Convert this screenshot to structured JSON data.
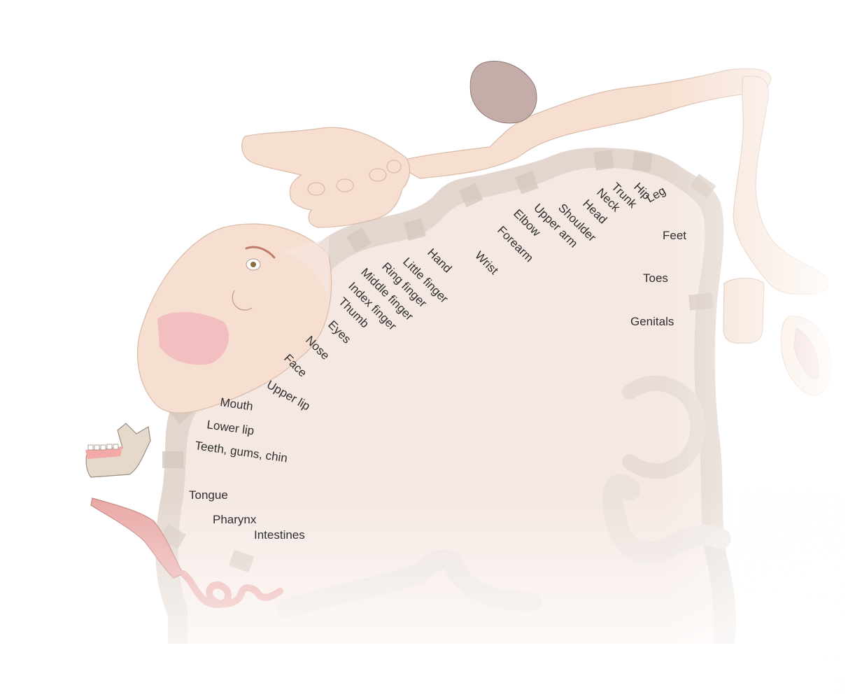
{
  "colors": {
    "cortex_fill": "#f5e8e3",
    "cortex_band": "#e8ddd6",
    "cortex_band_dark": "#dccfc6",
    "skin": "#f6dfd0",
    "skin_outline": "#d9bba8",
    "hair": "#c4ada8",
    "lips": "#f2b8bc",
    "intestine": "#e8a5a2",
    "jaw_bone": "#e6d9cc",
    "text": "#2f2f2f"
  },
  "icons": [
    "hand-icon",
    "arm-icon",
    "head-icon",
    "face-icon",
    "leg-icon",
    "foot-icon",
    "toes-icon",
    "genitals-icon",
    "jaw-icon",
    "tongue-icon",
    "intestines-icon"
  ],
  "labels": {
    "hip": "Hip",
    "leg": "Leg",
    "trunk": "Trunk",
    "neck": "Neck",
    "head": "Head",
    "shoulder": "Shoulder",
    "upper_arm": "Upper arm",
    "elbow": "Elbow",
    "forearm": "Forearm",
    "wrist": "Wrist",
    "hand": "Hand",
    "little_finger": "Little finger",
    "ring_finger": "Ring finger",
    "middle_finger": "Middle finger",
    "index_finger": "Index finger",
    "thumb": "Thumb",
    "eyes": "Eyes",
    "nose": "Nose",
    "face": "Face",
    "upper_lip": "Upper lip",
    "mouth": "Mouth",
    "lower_lip": "Lower lip",
    "teeth": "Teeth, gums, chin",
    "tongue": "Tongue",
    "pharynx": "Pharynx",
    "intestines": "Intestines",
    "feet": "Feet",
    "toes": "Toes",
    "genitals": "Genitals"
  }
}
